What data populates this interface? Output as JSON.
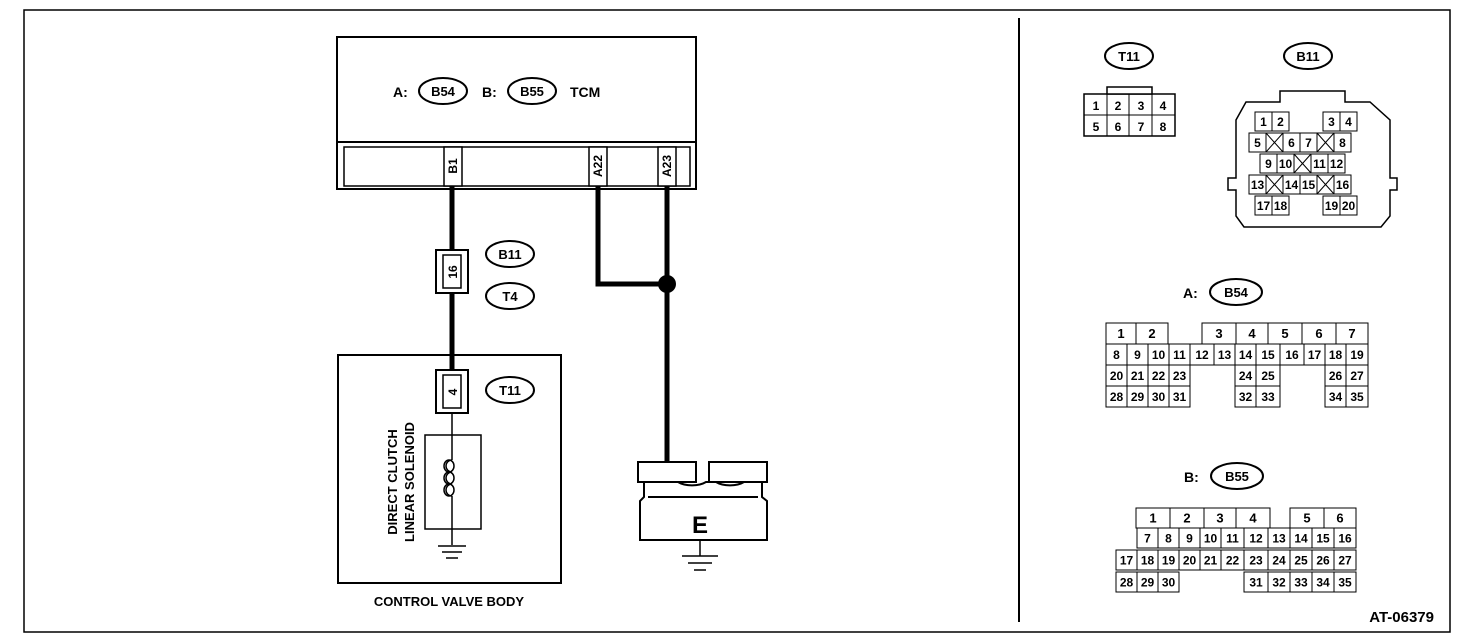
{
  "tcm": {
    "connector_a_label": "A:",
    "connector_a_id": "B54",
    "connector_b_label": "B:",
    "connector_b_id": "B55",
    "module_name": "TCM",
    "terminals": [
      "B1",
      "A22",
      "A23"
    ]
  },
  "harness_connector": {
    "pin": "16",
    "id_1": "B11",
    "id_2": "T4"
  },
  "solenoid_connector": {
    "pin": "4",
    "id": "T11"
  },
  "solenoid": {
    "line1": "DIRECT CLUTCH",
    "line2": "LINEAR SOLENOID"
  },
  "control_valve_body": {
    "label": "CONTROL VALVE BODY"
  },
  "ground": {
    "label": "E"
  },
  "connectors": {
    "t11": {
      "id": "T11",
      "rows": [
        [
          "1",
          "2",
          "3",
          "4"
        ],
        [
          "5",
          "6",
          "7",
          "8"
        ]
      ]
    },
    "b11": {
      "id": "B11"
    },
    "b54": {
      "prefix": "A:",
      "id": "B54"
    },
    "b55": {
      "prefix": "B:",
      "id": "B55"
    }
  },
  "figure_code": "AT-06379"
}
